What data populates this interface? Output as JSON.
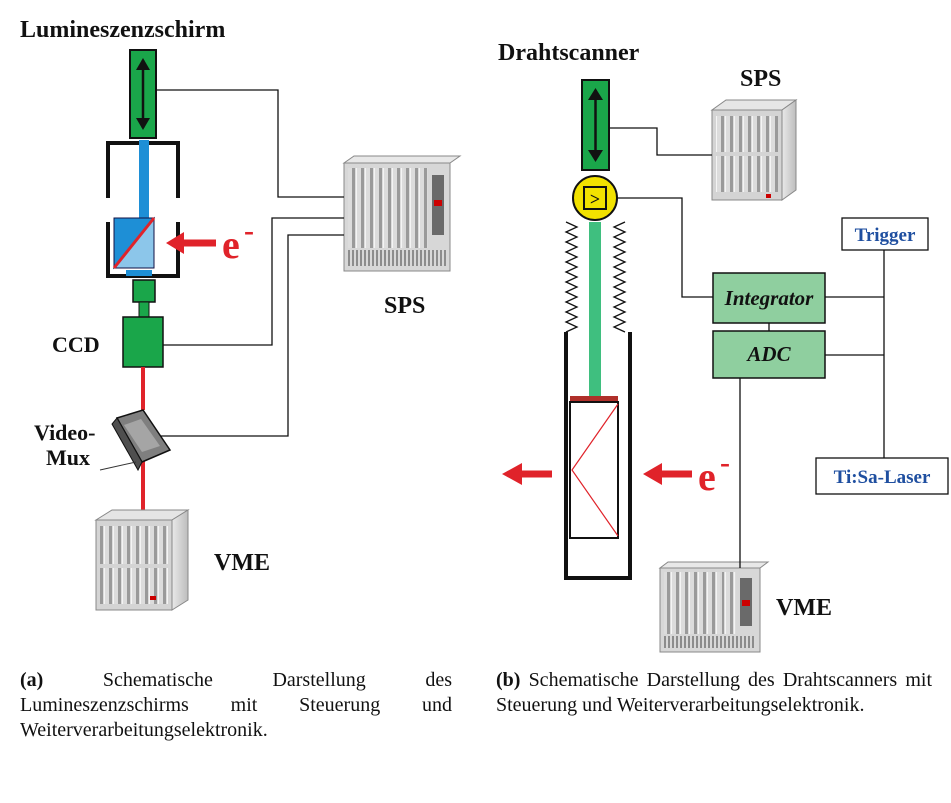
{
  "diagram_a": {
    "title": "Lumineszenzschirm",
    "ccd_label": "CCD",
    "videomux_line1": "Video-",
    "videomux_line2": "Mux",
    "vme_label": "VME",
    "sps_label": "SPS",
    "electron_label": "e",
    "electron_sup": "-"
  },
  "diagram_b": {
    "title": "Drahtscanner",
    "sps_label": "SPS",
    "integrator_label": "Integrator",
    "adc_label": "ADC",
    "trigger_label": "Trigger",
    "laser_label": "Ti:Sa-Laser",
    "vme_label": "VME",
    "electron_label": "e",
    "electron_sup": "-",
    "amp_symbol": ">"
  },
  "captions": {
    "a_tag": "(a)",
    "a_text": "Schematische Darstellung des Lumineszenzschirms mit Steuerung und Weiterverarbeitungselektronik.",
    "b_tag": "(b)",
    "b_text": "Schematische Darstellung des Drahtscanners mit Steuerung und Weiterverarbeitungselektronik."
  },
  "colors": {
    "actuator_green": "#1aa64a",
    "box_green": "#8fcf9f",
    "beam_blue": "#1e8fd6",
    "fiber_green": "#3fbf7f",
    "signal_red": "#e0232a",
    "label_blue": "#1f4fa0",
    "amp_yellow": "#f2e200"
  }
}
